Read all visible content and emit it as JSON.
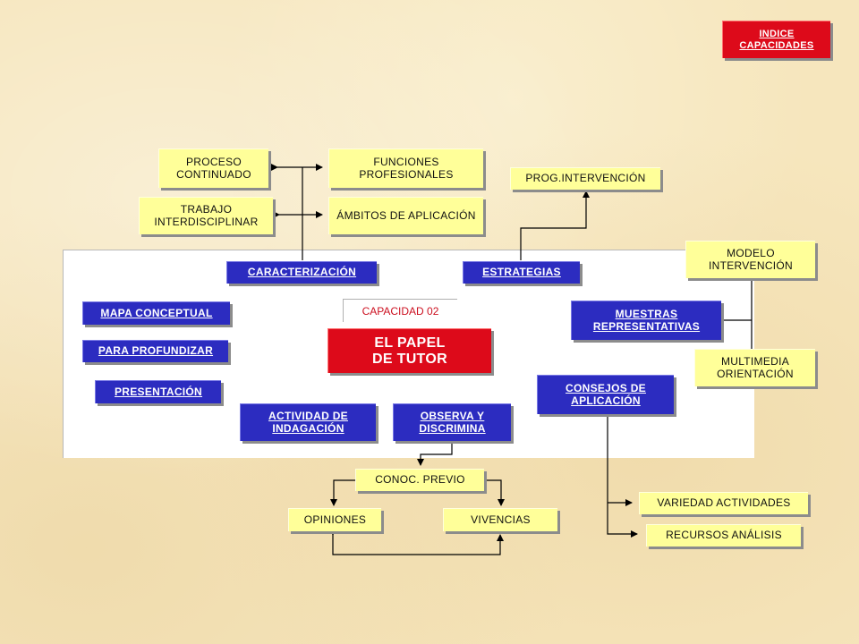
{
  "nav": {
    "index_label": "INDICE CAPACIDADES"
  },
  "top": {
    "proceso": "PROCESO CONTINUADO",
    "funciones": "FUNCIONES PROFESIONALES",
    "trabajo": "TRABAJO INTERDISCIPLINAR",
    "ambitos": "ÁMBITOS DE APLICACIÓN",
    "prog": "PROG.INTERVENCIÓN",
    "modelo": "MODELO INTERVENCIÓN"
  },
  "panel": {
    "caracterizacion": "CARACTERIZACIÓN",
    "estrategias": "ESTRATEGIAS",
    "mapa": "MAPA CONCEPTUAL",
    "profundizar": "PARA PROFUNDIZAR",
    "presentacion": "PRESENTACIÓN",
    "capacidad": "CAPACIDAD  02",
    "title": "EL PAPEL DE TUTOR",
    "muestras": "MUESTRAS REPRESENTATIVAS",
    "consejos": "CONSEJOS DE APLICACIÓN",
    "actividad": "ACTIVIDAD DE INDAGACIÓN",
    "observa": "OBSERVA Y DISCRIMINA"
  },
  "side": {
    "multimedia": "MULTIMEDIA ORIENTACIÓN"
  },
  "bottom": {
    "conoc": "CONOC. PREVIO",
    "opiniones": "OPINIONES",
    "vivencias": "VIVENCIAS",
    "variedad": "VARIEDAD ACTIVIDADES",
    "recursos": "RECURSOS ANÁLISIS"
  },
  "colors": {
    "yellow": "#ffff99",
    "blue": "#2c2cc0",
    "red": "#dd0a1a",
    "background": "#f6e6bd"
  }
}
